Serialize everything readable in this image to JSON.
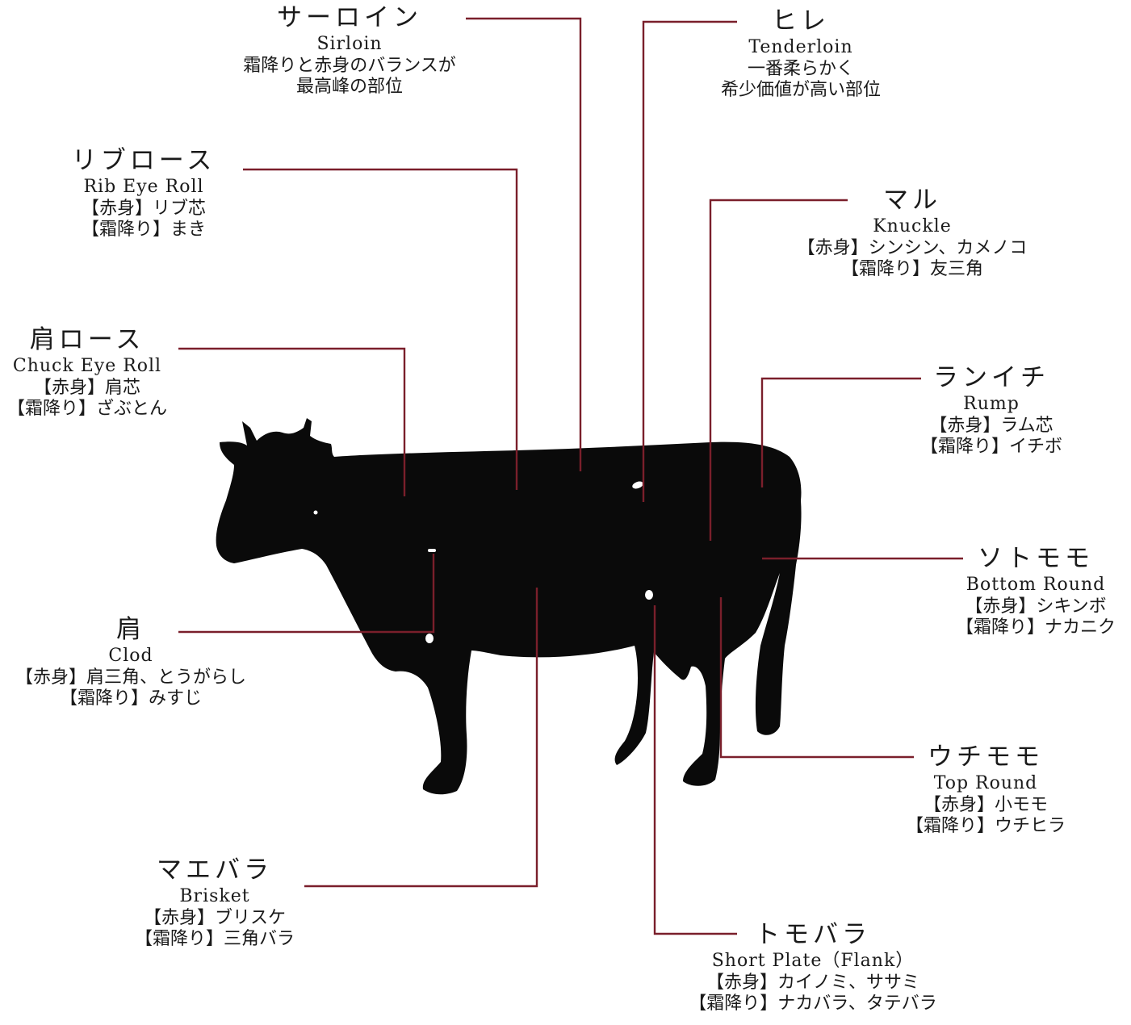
{
  "colors": {
    "leader": "#7a1f2b",
    "silhouette": "#0a0a0a",
    "background": "#ffffff"
  },
  "cuts": {
    "sirloin": {
      "ja": "サーロイン",
      "en": "Sirloin",
      "lines": [
        "霜降りと赤身のバランスが",
        "最高峰の部位"
      ]
    },
    "tenderloin": {
      "ja": "ヒレ",
      "en": "Tenderloin",
      "lines": [
        "一番柔らかく",
        "希少価値が高い部位"
      ]
    },
    "ribeye": {
      "ja": "リブロース",
      "en": "Rib Eye Roll",
      "lines": [
        "【赤身】リブ芯",
        "【霜降り】まき"
      ]
    },
    "knuckle": {
      "ja": "マル",
      "en": "Knuckle",
      "lines": [
        "【赤身】シンシン、カメノコ",
        "【霜降り】友三角"
      ]
    },
    "chuckeye": {
      "ja": "肩ロース",
      "en": "Chuck Eye Roll",
      "lines": [
        "【赤身】肩芯",
        "【霜降り】ざぶとん"
      ]
    },
    "rump": {
      "ja": "ランイチ",
      "en": "Rump",
      "lines": [
        "【赤身】ラム芯",
        "【霜降り】イチボ"
      ]
    },
    "bottomround": {
      "ja": "ソトモモ",
      "en": "Bottom Round",
      "lines": [
        "【赤身】シキンボ",
        "【霜降り】ナカニク"
      ]
    },
    "clod": {
      "ja": "肩",
      "en": "Clod",
      "lines": [
        "【赤身】肩三角、とうがらし",
        "【霜降り】みすじ"
      ]
    },
    "topround": {
      "ja": "ウチモモ",
      "en": "Top Round",
      "lines": [
        "【赤身】小モモ",
        "【霜降り】ウチヒラ"
      ]
    },
    "brisket": {
      "ja": "マエバラ",
      "en": "Brisket",
      "lines": [
        "【赤身】ブリスケ",
        "【霜降り】三角バラ"
      ]
    },
    "shortplate": {
      "ja": "トモバラ",
      "en": "Short Plate（Flank）",
      "lines": [
        "【赤身】カイノミ、ササミ",
        "【霜降り】ナカバラ、タテバラ"
      ]
    }
  }
}
